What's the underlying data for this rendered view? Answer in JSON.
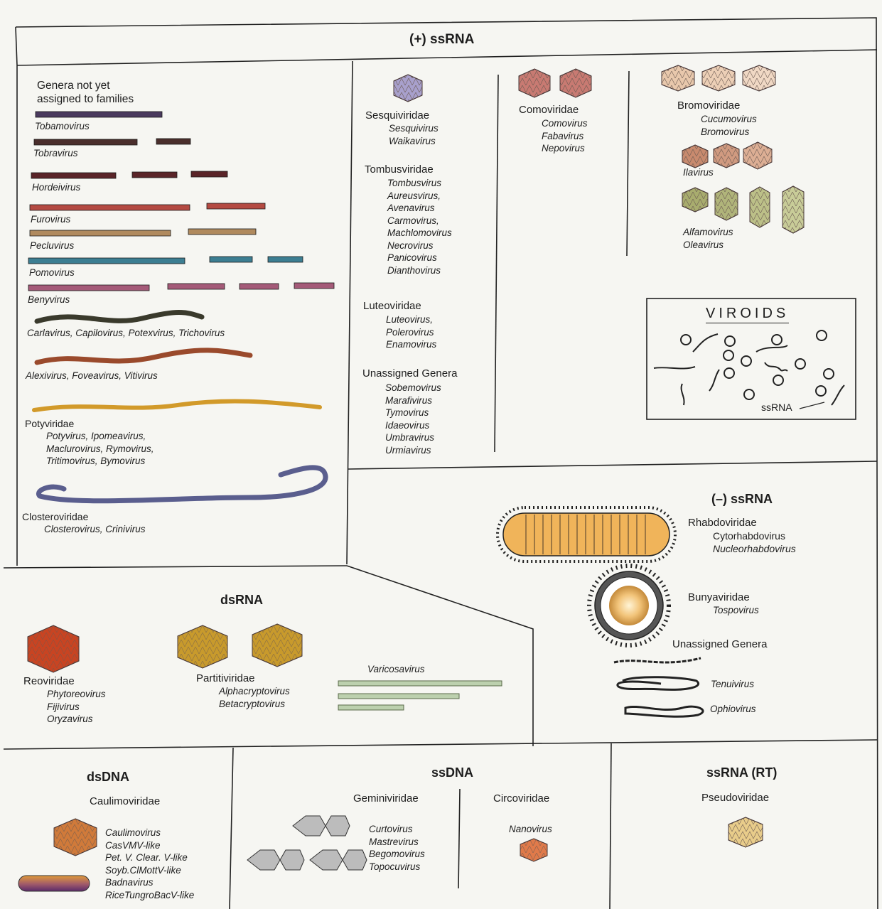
{
  "plus_ssrna": {
    "title": "(+) ssRNA",
    "unassigned_header": "Genera not yet\nassigned to families",
    "rods": [
      "Tobamovirus",
      "Tobravirus",
      "Hordeivirus",
      "Furovirus",
      "Pecluvirus",
      "Pomovirus",
      "Benyvirus"
    ],
    "flex": [
      "Carlavirus, Capilovirus, Potexvirus, Trichovirus",
      "Alexivirus, Foveavirus, Vitivirus"
    ],
    "potyviridae": {
      "family": "Potyviridae",
      "genera": [
        "Potyvirus, Ipomeavirus,",
        "Maclurovirus, Rymovirus,",
        "Tritimovirus, Bymovirus"
      ]
    },
    "closteroviridae": {
      "family": "Closteroviridae",
      "genera": [
        "Closterovirus, Crinivirus"
      ]
    },
    "sesquiviridae": {
      "family": "Sesquiviridae",
      "genera": [
        "Sesquivirus",
        "Waikavirus"
      ]
    },
    "tombusviridae": {
      "family": "Tombusviridae",
      "genera": [
        "Tombusvirus",
        "Aureusvirus,",
        "Avenavirus",
        "Carmovirus,",
        "Machlomovirus",
        "Necrovirus",
        "Panicovirus",
        "Dianthovirus"
      ]
    },
    "luteoviridae": {
      "family": "Luteoviridae",
      "genera": [
        "Luteovirus,",
        "Polerovirus",
        "Enamovirus"
      ]
    },
    "unassigned": {
      "family": "Unassigned Genera",
      "genera": [
        "Sobemovirus",
        "Marafivirus",
        "Tymovirus",
        "Idaeovirus",
        "Umbravirus",
        "Urmiavirus"
      ]
    },
    "comoviridae": {
      "family": "Comoviridae",
      "genera": [
        "Comovirus",
        "Fabavirus",
        "Nepovirus"
      ]
    },
    "bromoviridae": {
      "family": "Bromoviridae",
      "genera": [
        "Cucumovirus",
        "Bromovirus"
      ],
      "ilar": "Ilavirus",
      "alfa": [
        "Alfamovirus",
        "Oleavirus"
      ]
    },
    "viroids": {
      "title": "VIROIDS",
      "label": "ssRNA"
    }
  },
  "minus_ssrna": {
    "title": "(–) ssRNA",
    "rhabdoviridae": {
      "family": "Rhabdoviridae",
      "genera": [
        "Cytorhabdovirus",
        "Nucleorhabdovirus"
      ]
    },
    "bunyaviridae": {
      "family": "Bunyaviridae",
      "genera": [
        "Tospovirus"
      ]
    },
    "unassigned": {
      "family": "Unassigned Genera",
      "genera": [
        "Tenuivirus",
        "Ophiovirus"
      ]
    }
  },
  "dsrna": {
    "title": "dsRNA",
    "reoviridae": {
      "family": "Reoviridae",
      "genera": [
        "Phytoreovirus",
        "Fijivirus",
        "Oryzavirus"
      ]
    },
    "partitiviridae": {
      "family": "Partitiviridae",
      "genera": [
        "Alphacryptovirus",
        "Betacryptovirus"
      ]
    },
    "varicosavirus": "Varicosavirus"
  },
  "dsdna": {
    "title": "dsDNA",
    "caulimoviridae": {
      "family": "Caulimoviridae",
      "genera": [
        "Caulimovirus",
        "CasVMV-like",
        "Pet. V. Clear. V-like",
        "Soyb.ClMottV-like",
        "Badnavirus",
        "RiceTungroBacV-like"
      ]
    }
  },
  "ssdna": {
    "title": "ssDNA",
    "geminiviridae": {
      "family": "Geminiviridae",
      "genera": [
        "Curtovirus",
        "Mastrevirus",
        "Begomovirus",
        "Topocuvirus"
      ]
    },
    "circoviridae": {
      "family": "Circoviridae",
      "genera": [
        "Nanovirus"
      ]
    }
  },
  "ssrna_rt": {
    "title": "ssRNA (RT)",
    "pseudoviridae": {
      "family": "Pseudoviridae"
    }
  },
  "colors": {
    "tobamo": "#4a3a5e",
    "tobra": "#4a2e2c",
    "hordei": "#5a2428",
    "furo": "#b44a42",
    "peclu": "#b08a5e",
    "pomo": "#3c7e92",
    "beny": "#a45a78",
    "carla": "#3a3a2c",
    "alexi": "#9a4a2c",
    "poty": "#d29a2a",
    "clostero": "#5a5e8e",
    "reo": "#c84422",
    "parti": "#c89a2c",
    "varicosa": "#bcd0ae",
    "rhabdo": "#f0b45a",
    "lines": "#222222"
  }
}
